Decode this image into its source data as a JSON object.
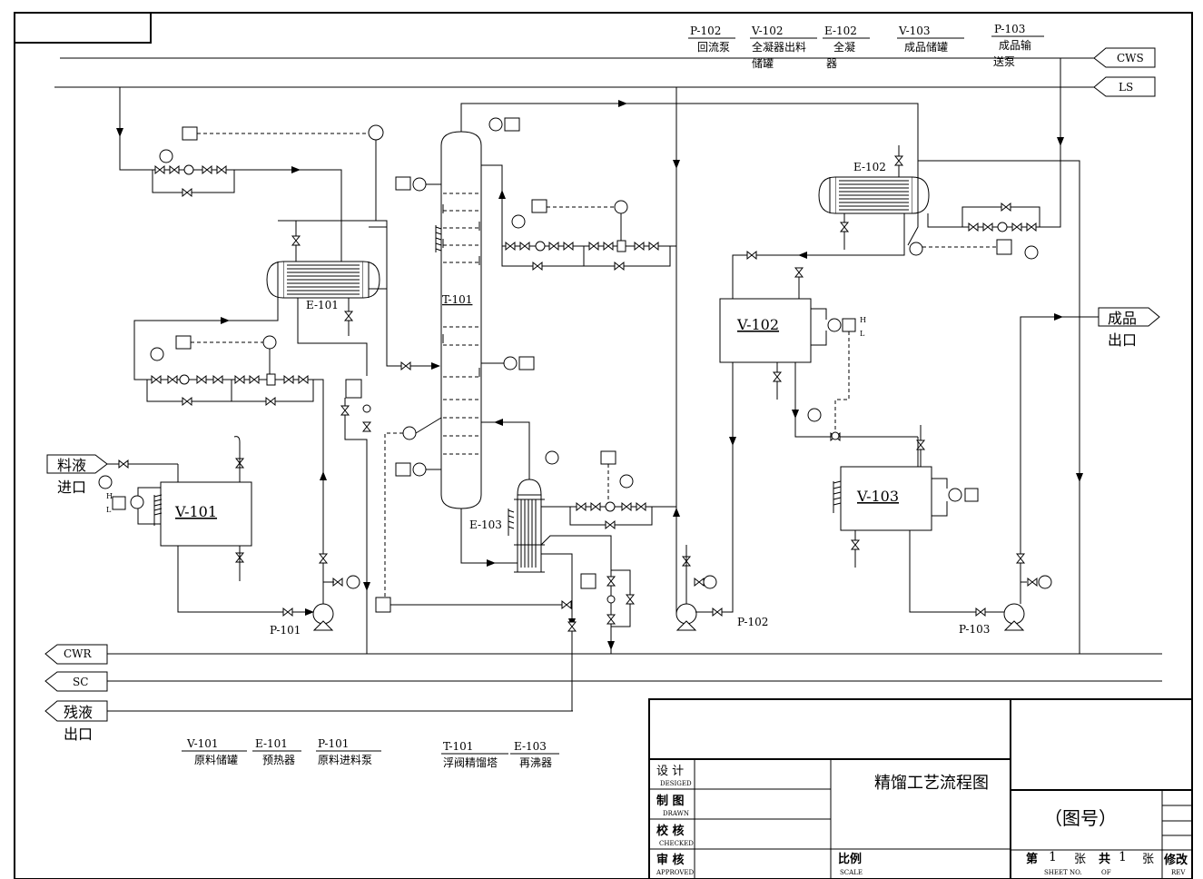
{
  "drawing": {
    "top_legend": [
      {
        "tag": "P-102",
        "name": "回流泵"
      },
      {
        "tag": "V-102",
        "name": "全凝器出料",
        "name2": "储罐"
      },
      {
        "tag": "E-102",
        "name": "全凝",
        "name2": "器"
      },
      {
        "tag": "V-103",
        "name": "成品储罐"
      },
      {
        "tag": "P-103",
        "name": "成品输",
        "name2": "送泵"
      }
    ],
    "bottom_legend": [
      {
        "tag": "V-101",
        "name": "原料储罐"
      },
      {
        "tag": "E-101",
        "name": "预热器"
      },
      {
        "tag": "P-101",
        "name": "原料进料泵"
      },
      {
        "tag": "T-101",
        "name": "浮阀精馏塔"
      },
      {
        "tag": "E-103",
        "name": "再沸器"
      }
    ],
    "utilities": {
      "cws": "CWS",
      "ls": "LS",
      "cwr": "CWR",
      "sc": "SC"
    },
    "streams": {
      "feed_in": "料液",
      "feed_in2": "进口",
      "product_out": "成品",
      "product_out2": "出口",
      "residue_out": "残液",
      "residue_out2": "出口"
    },
    "equipment": {
      "v101": "V-101",
      "v102": "V-102",
      "v103": "V-103",
      "e101": "E-101",
      "e102": "E-102",
      "e103": "E-103",
      "t101": "T-101",
      "p101": "P-101",
      "p102": "P-102",
      "p103": "P-103"
    },
    "level_marks": {
      "h": "H",
      "l": "L"
    }
  },
  "title_block": {
    "drawing_title": "精馏工艺流程图",
    "drawing_no": "（图号）",
    "rows": [
      {
        "cn": "设 计",
        "en": "DESIGED"
      },
      {
        "cn": "制 图",
        "en": "DRAWN"
      },
      {
        "cn": "校 核",
        "en": "CHECKED"
      },
      {
        "cn": "审 核",
        "en": "APPROVED"
      }
    ],
    "scale_cn": "比例",
    "scale_en": "SCALE",
    "sheet_cn": "第",
    "sheet_no": "1",
    "sheet_unit": "张",
    "total_cn": "共",
    "total_no": "1",
    "total_unit": "张",
    "sheet_no_en": "SHEET NO.",
    "of_en": "OF",
    "rev_cn": "修改",
    "rev_en": "REV"
  }
}
